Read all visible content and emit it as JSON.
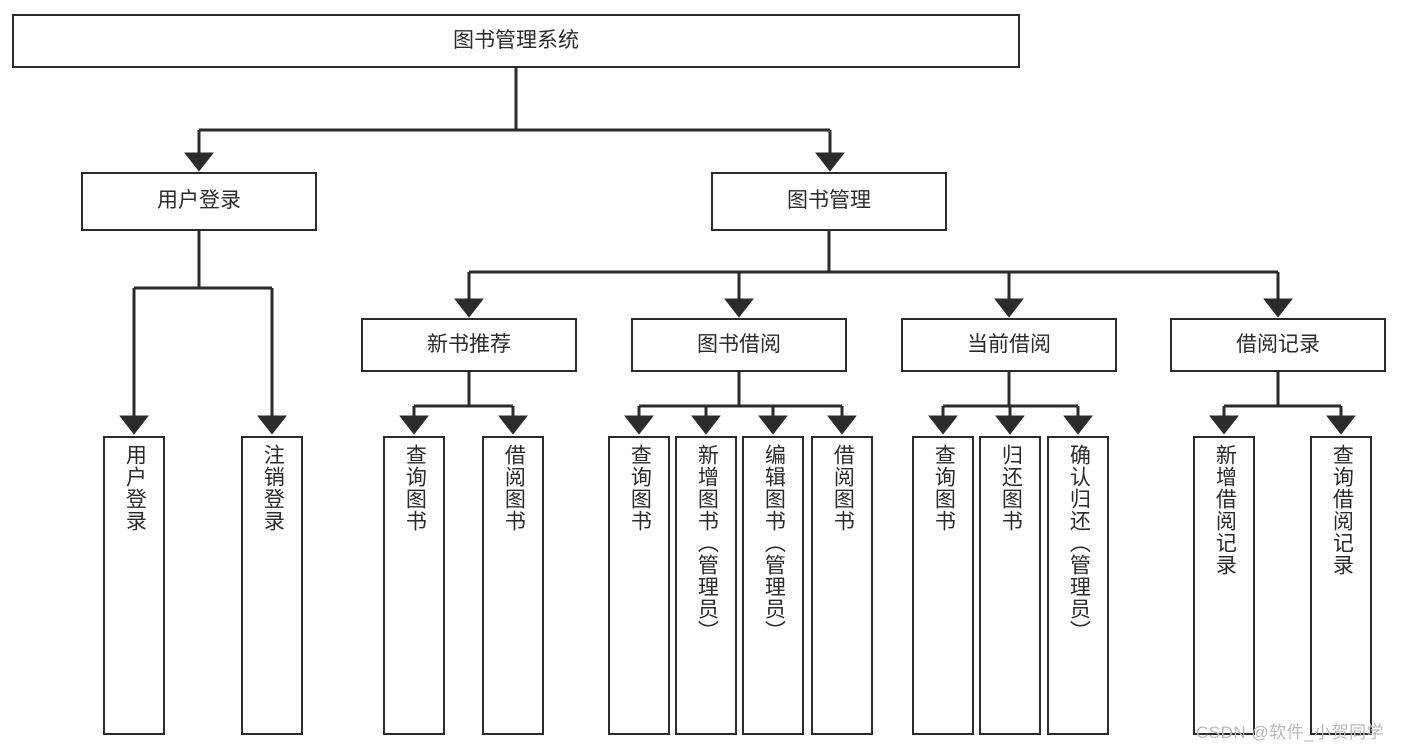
{
  "diagram": {
    "title": "图书管理系统",
    "type": "hierarchy-tree",
    "root": {
      "id": "root",
      "label": "图书管理系统"
    },
    "level1": [
      {
        "id": "user-login",
        "label": "用户登录"
      },
      {
        "id": "book-manage",
        "label": "图书管理"
      }
    ],
    "level2": [
      {
        "id": "new-book-recommend",
        "label": "新书推荐",
        "parent": "book-manage"
      },
      {
        "id": "book-borrow",
        "label": "图书借阅",
        "parent": "book-manage"
      },
      {
        "id": "current-borrow",
        "label": "当前借阅",
        "parent": "book-manage"
      },
      {
        "id": "borrow-record",
        "label": "借阅记录",
        "parent": "book-manage"
      }
    ],
    "leaves": [
      {
        "id": "leaf-user-login",
        "label": "用户登录",
        "parent": "user-login"
      },
      {
        "id": "leaf-logout-login",
        "label": "注销登录",
        "parent": "user-login"
      },
      {
        "id": "leaf-query-book-1",
        "label": "查询图书",
        "parent": "new-book-recommend"
      },
      {
        "id": "leaf-borrow-book-1",
        "label": "借阅图书",
        "parent": "new-book-recommend"
      },
      {
        "id": "leaf-query-book-2",
        "label": "查询图书",
        "parent": "book-borrow"
      },
      {
        "id": "leaf-add-book",
        "label": "新增图书（管理员）",
        "parent": "book-borrow"
      },
      {
        "id": "leaf-edit-book",
        "label": "编辑图书（管理员）",
        "parent": "book-borrow"
      },
      {
        "id": "leaf-borrow-book-2",
        "label": "借阅图书",
        "parent": "book-borrow"
      },
      {
        "id": "leaf-query-book-3",
        "label": "查询图书",
        "parent": "current-borrow"
      },
      {
        "id": "leaf-return-book",
        "label": "归还图书",
        "parent": "current-borrow"
      },
      {
        "id": "leaf-confirm-return",
        "label": "确认归还（管理员）",
        "parent": "current-borrow"
      },
      {
        "id": "leaf-add-record",
        "label": "新增借阅记录",
        "parent": "borrow-record"
      },
      {
        "id": "leaf-query-record",
        "label": "查询借阅记录",
        "parent": "borrow-record"
      }
    ],
    "colors": {
      "stroke": "#2b2b2b",
      "fill": "#ffffff",
      "background": "#ffffff",
      "watermark": "#b9b9b9"
    }
  },
  "watermark": {
    "text": "CSDN @软件_小贺同学"
  }
}
